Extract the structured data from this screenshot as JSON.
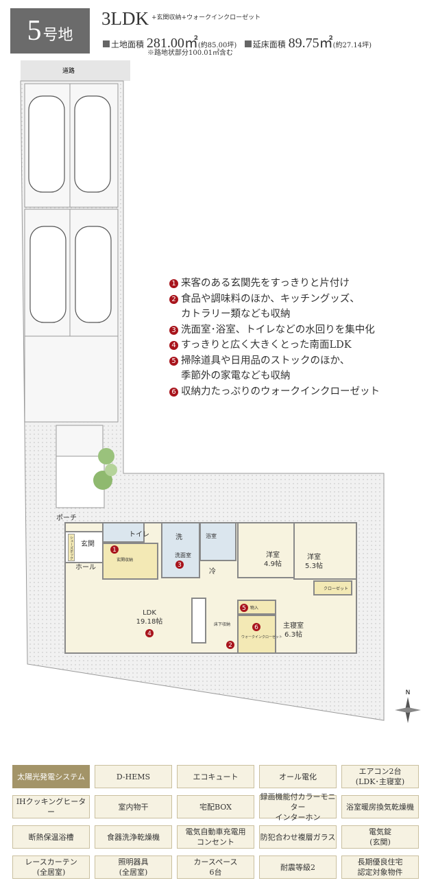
{
  "header": {
    "lot_number": "5",
    "lot_suffix": "号地",
    "layout": "3LDK",
    "layout_extras": "+玄関収納+ウォークインクローゼット",
    "land_area_label": "土地面積",
    "land_area_value": "281.00㎡",
    "land_area_tsubo": "(約85.00坪)",
    "floor_area_label": "延床面積",
    "floor_area_value": "89.75㎡",
    "floor_area_tsubo": "(約27.14坪)",
    "note": "※路地状部分100.01㎡含む"
  },
  "site": {
    "road_label": "道路",
    "porch": "ポーチ",
    "entrance": "玄関",
    "hall": "ホール",
    "toilet": "トイレ",
    "washroom": "洗面室",
    "bath": "浴室",
    "western1": "洋室",
    "western1_size": "4.9帖",
    "western2": "洋室",
    "western2_size": "5.3帖",
    "ldk": "LDK",
    "ldk_size": "19.18帖",
    "master": "主寝室",
    "master_size": "6.3帖",
    "fridge": "冷",
    "closet": "クローゼット",
    "wic": "ウォークインクローゼット",
    "storage": "物入",
    "underfloor": "床下収納",
    "entrance_storage": "玄関収納",
    "shoes": "シューズボックス",
    "wash": "洗",
    "compass": "N"
  },
  "features": [
    {
      "n": "1",
      "text": "来客のある玄関先をすっきりと片付け"
    },
    {
      "n": "2",
      "text": "食品や調味料のほか、キッチングッズ、",
      "cont": "カトラリー類なども収納"
    },
    {
      "n": "3",
      "text": "洗面室･浴室、トイレなどの水回りを集中化"
    },
    {
      "n": "4",
      "text": "すっきりと広く大きくとった南面LDK"
    },
    {
      "n": "5",
      "text": "掃除道具や日用品のストックのほか、",
      "cont": "季節外の家電なども収納"
    },
    {
      "n": "6",
      "text": "収納力たっぷりのウォークインクローゼット"
    }
  ],
  "equipment": [
    "太陽光発電システム",
    "D-HEMS",
    "エコキュート",
    "オール電化",
    "エアコン2台\n(LDK･主寝室)",
    "IHクッキングヒーター",
    "室内物干",
    "宅配BOX",
    "録画機能付カラーモニター\nインターホン",
    "浴室暖房換気乾燥機",
    "断熱保温浴槽",
    "食器洗浄乾燥機",
    "電気自動車充電用\nコンセント",
    "防犯合わせ複層ガラス",
    "電気錠\n(玄関)",
    "レースカーテン\n(全居室)",
    "照明器具\n(全居室)",
    "カースペース\n6台",
    "耐震等級2",
    "長期優良住宅\n認定対象物件"
  ],
  "colors": {
    "header_box": "#6b6b6b",
    "feature_number": "#a8141c",
    "highlight_cell": "#a39468",
    "cell_bg": "#f6f2e2",
    "room_fill": "#f7f3df",
    "storage_fill": "#f3e9b5",
    "wet_fill": "#dbe6ee"
  }
}
